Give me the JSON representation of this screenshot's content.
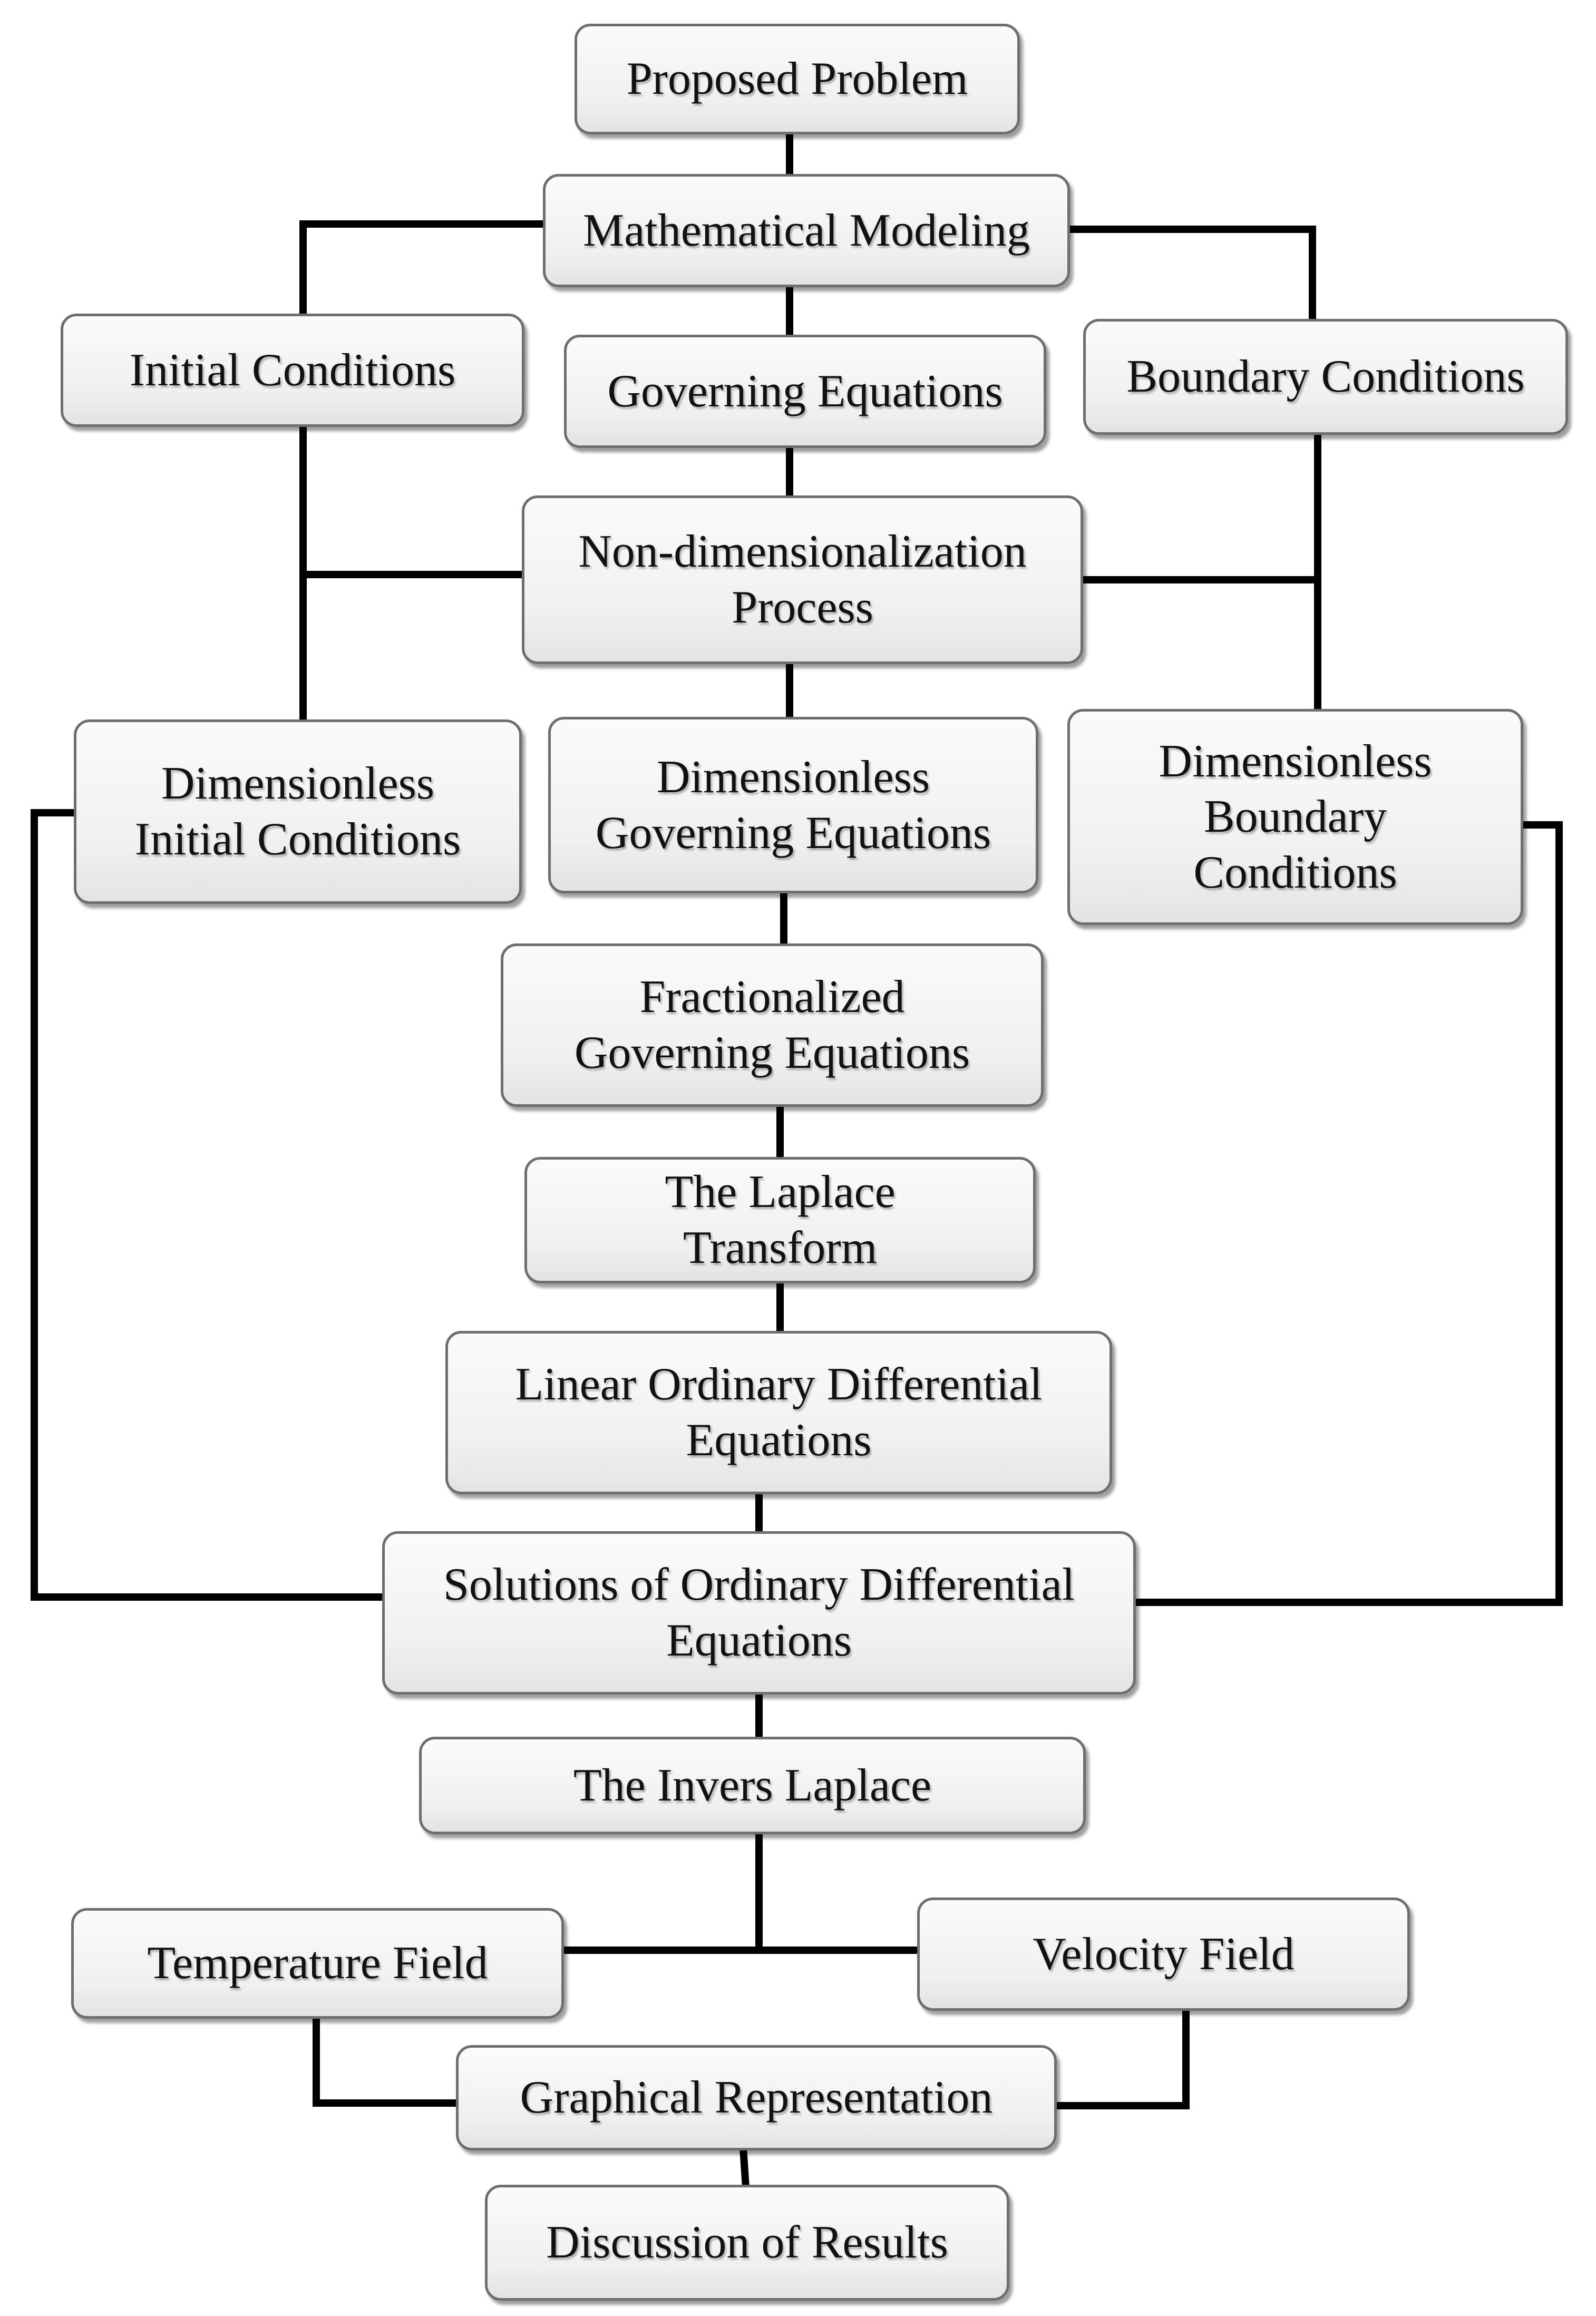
{
  "nodes": {
    "proposed_problem": "Proposed Problem",
    "mathematical_modeling": "Mathematical Modeling",
    "initial_conditions": "Initial Conditions",
    "governing_equations": "Governing Equations",
    "boundary_conditions": "Boundary Conditions",
    "nondim_line1": "Non-dimensionalization",
    "nondim_line2": "Process",
    "dim_initial_line1": "Dimensionless",
    "dim_initial_line2": "Initial Conditions",
    "dim_governing_line1": "Dimensionless",
    "dim_governing_line2": "Governing Equations",
    "dim_boundary_line1": "Dimensionless",
    "dim_boundary_line2": "Boundary",
    "dim_boundary_line3": "Conditions",
    "fractional_line1": "Fractionalized",
    "fractional_line2": "Governing Equations",
    "laplace_line1": "The Laplace",
    "laplace_line2": "Transform",
    "linear_ode_line1": "Linear Ordinary Differential",
    "linear_ode_line2": "Equations",
    "solutions_line1": "Solutions of Ordinary Differential",
    "solutions_line2": "Equations",
    "inverse_laplace": "The Invers Laplace",
    "temperature_field": "Temperature Field",
    "velocity_field": "Velocity Field",
    "graphical_representation": "Graphical Representation",
    "discussion": "Discussion of Results"
  },
  "colors": {
    "connector": "#000000",
    "box_border": "#6e6e6e",
    "box_fill": "#f0f0f0",
    "text": "#111111"
  }
}
